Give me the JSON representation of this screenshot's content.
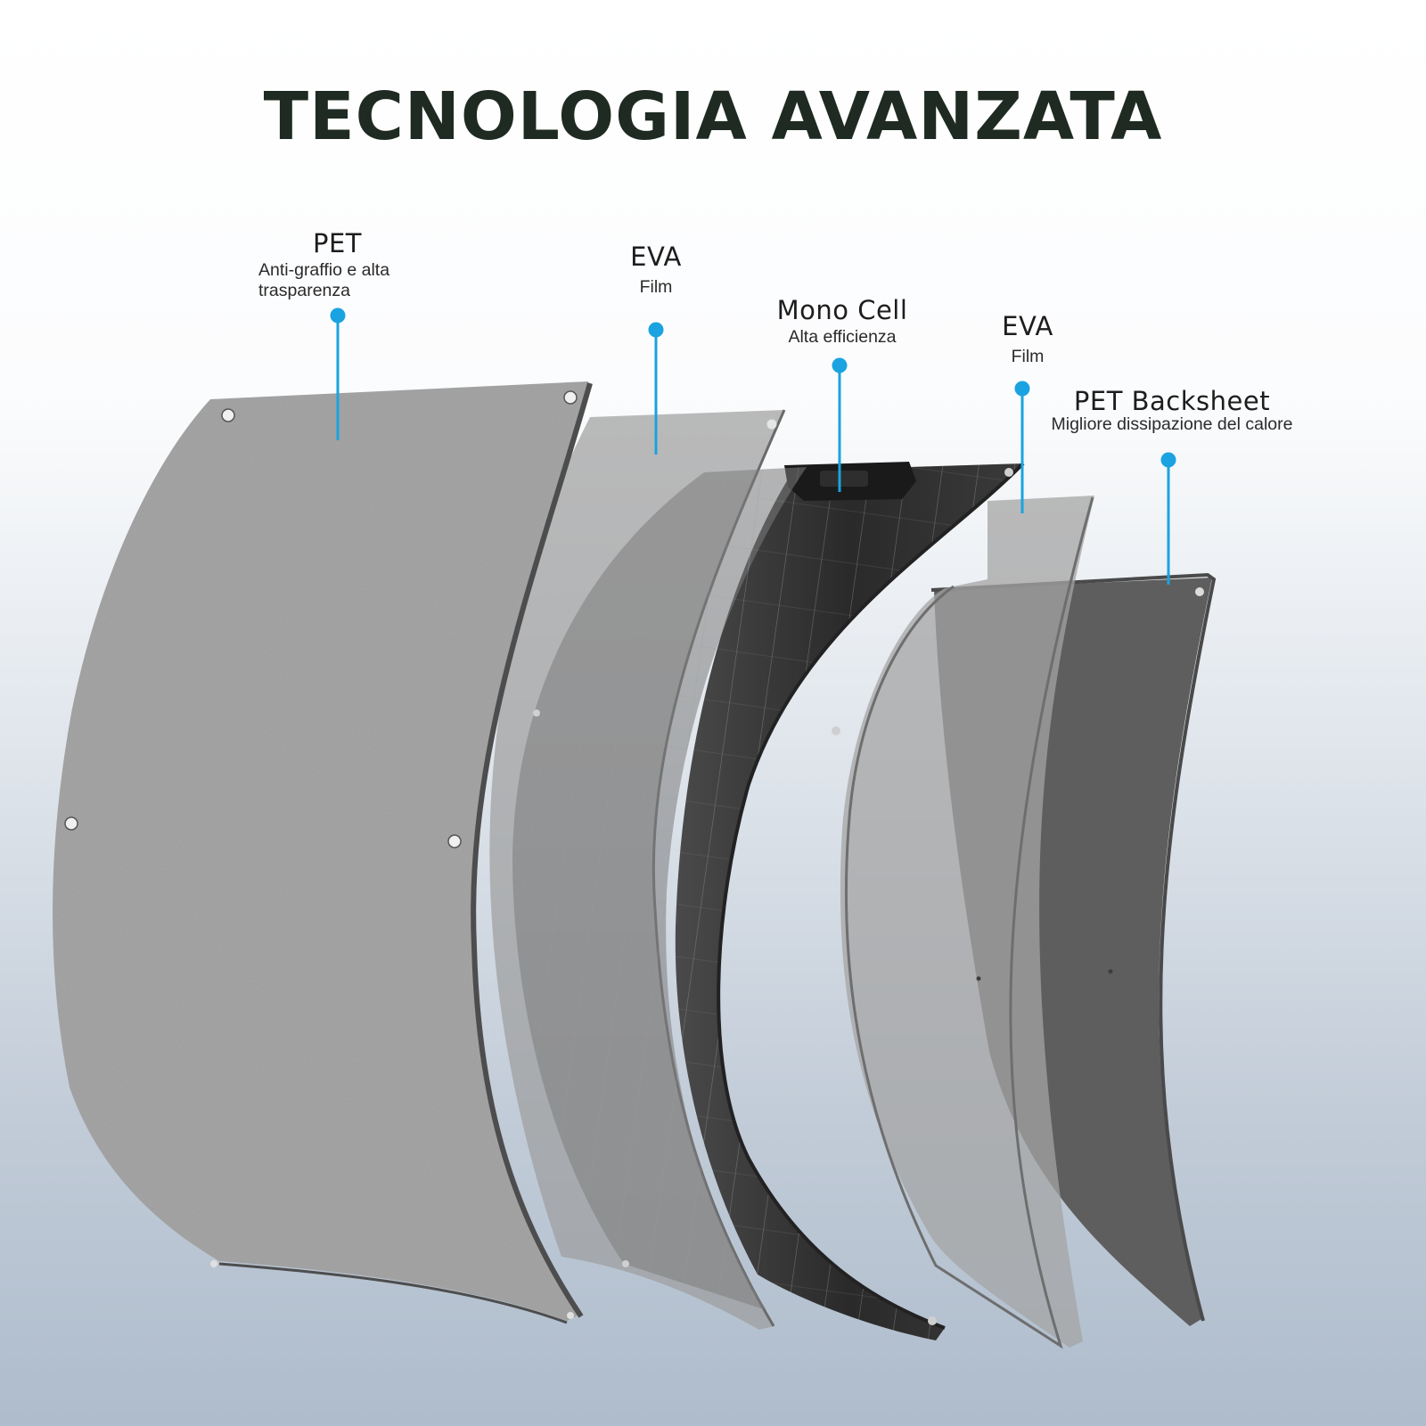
{
  "title": "TECNOLOGIA AVANZATA",
  "accent_color": "#1aa3e0",
  "layers": [
    {
      "name": "PET",
      "description_lines": [
        "Anti-graffio e alta",
        "trasparenza"
      ]
    },
    {
      "name": "EVA",
      "description_lines": [
        "Film"
      ]
    },
    {
      "name": "Mono Cell",
      "description_lines": [
        "Alta efficienza"
      ]
    },
    {
      "name": "EVA",
      "description_lines": [
        "Film"
      ]
    },
    {
      "name": "PET Backsheet",
      "description_lines": [
        "Migliore dissipazione del calore"
      ]
    }
  ]
}
